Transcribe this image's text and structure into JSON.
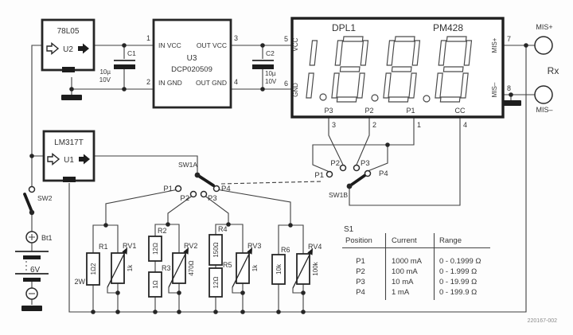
{
  "components": {
    "u2": {
      "part": "78L05",
      "ref": "U2"
    },
    "u1": {
      "part": "LM317T",
      "ref": "U1"
    },
    "u3": {
      "ref": "U3",
      "part": "DCP020509",
      "in_vcc": "IN VCC",
      "out_vcc": "OUT VCC",
      "in_gnd": "IN GND",
      "out_gnd": "OUT GND"
    },
    "c1": {
      "ref": "C1",
      "value": "10µ",
      "rating": "10V"
    },
    "c2": {
      "ref": "C2",
      "value": "10µ",
      "rating": "10V"
    },
    "battery": {
      "ref": "Bt1",
      "voltage": "6V"
    },
    "display": {
      "name": "DPL1",
      "part": "PM428",
      "vcc": "VCC",
      "gnd": "GND",
      "mis_plus": "MIS+",
      "mis_minus": "MIS–",
      "p3": "P3",
      "p2": "P2",
      "p1": "P1",
      "cc": "CC"
    },
    "resistors": {
      "r1": {
        "ref": "R1",
        "value": "1Ω2",
        "power": "2W"
      },
      "r2": {
        "ref": "R2",
        "value": "12Ω"
      },
      "r3": {
        "ref": "R3",
        "value": "1Ω"
      },
      "r4": {
        "ref": "R4",
        "value": "150Ω"
      },
      "r5": {
        "ref": "R5",
        "value": "12Ω"
      },
      "r6": {
        "ref": "R6",
        "value": "10k"
      }
    },
    "pots": {
      "rv1": {
        "ref": "RV1",
        "value": "1k"
      },
      "rv2": {
        "ref": "RV2",
        "value": "470Ω"
      },
      "rv3": {
        "ref": "RV3",
        "value": "1k"
      },
      "rv4": {
        "ref": "RV4",
        "value": "100k"
      }
    }
  },
  "pins": {
    "n1": "1",
    "n2": "2",
    "n3": "3",
    "n4": "4",
    "n5": "5",
    "n6": "6",
    "n7": "7",
    "n8": "8"
  },
  "switches": {
    "sw1a": "SW1A",
    "sw1b": "SW1B",
    "sw2": "SW2",
    "p1": "P1",
    "p2": "P2",
    "p3": "P3",
    "p4": "P4"
  },
  "terminals": {
    "mis_plus": "MIS+",
    "rx": "Rx",
    "mis_minus": "MIS–"
  },
  "table": {
    "title": "S1",
    "headers": [
      "Position",
      "Current",
      "Range"
    ],
    "rows": [
      [
        "P1",
        "1000 mA",
        "0 - 0.1999 Ω"
      ],
      [
        "P2",
        "100 mA",
        "0 - 1.999 Ω"
      ],
      [
        "P3",
        "10 mA",
        "0 - 19.99 Ω"
      ],
      [
        "P4",
        "1 mA",
        "0 - 199.9 Ω"
      ]
    ]
  },
  "caption": "220167-002"
}
